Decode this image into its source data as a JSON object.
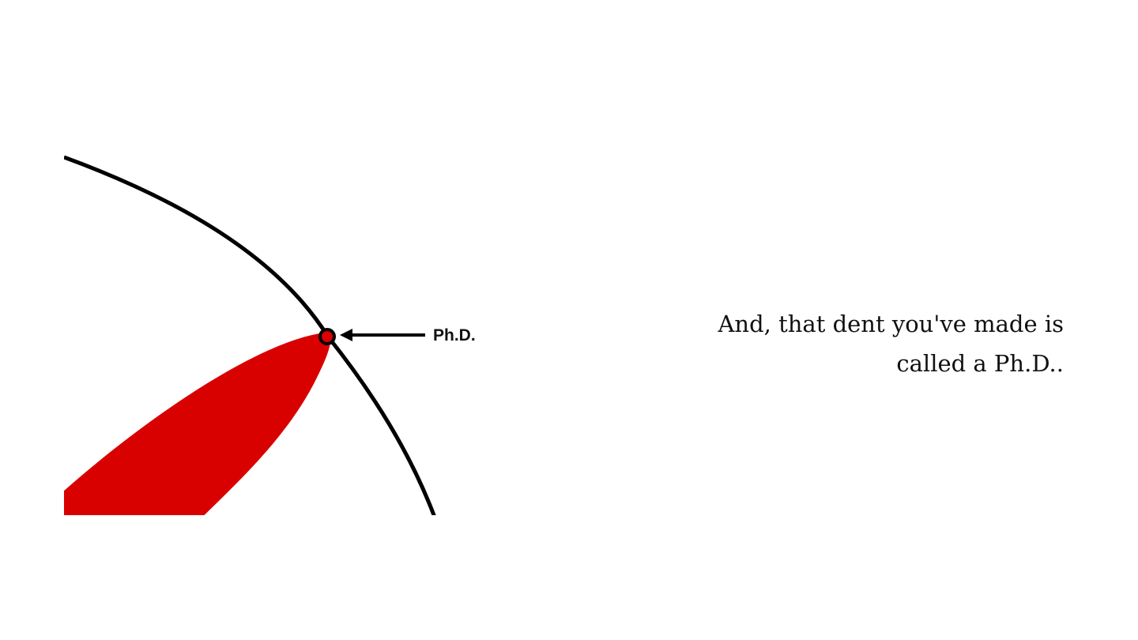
{
  "diagram": {
    "label": "Ph.D.",
    "colors": {
      "boundary": "#000000",
      "knowledge_fill": "#d90000",
      "arrow": "#000000"
    }
  },
  "caption": {
    "line1": "And, that dent you've made is",
    "line2": "called a Ph.D.."
  }
}
